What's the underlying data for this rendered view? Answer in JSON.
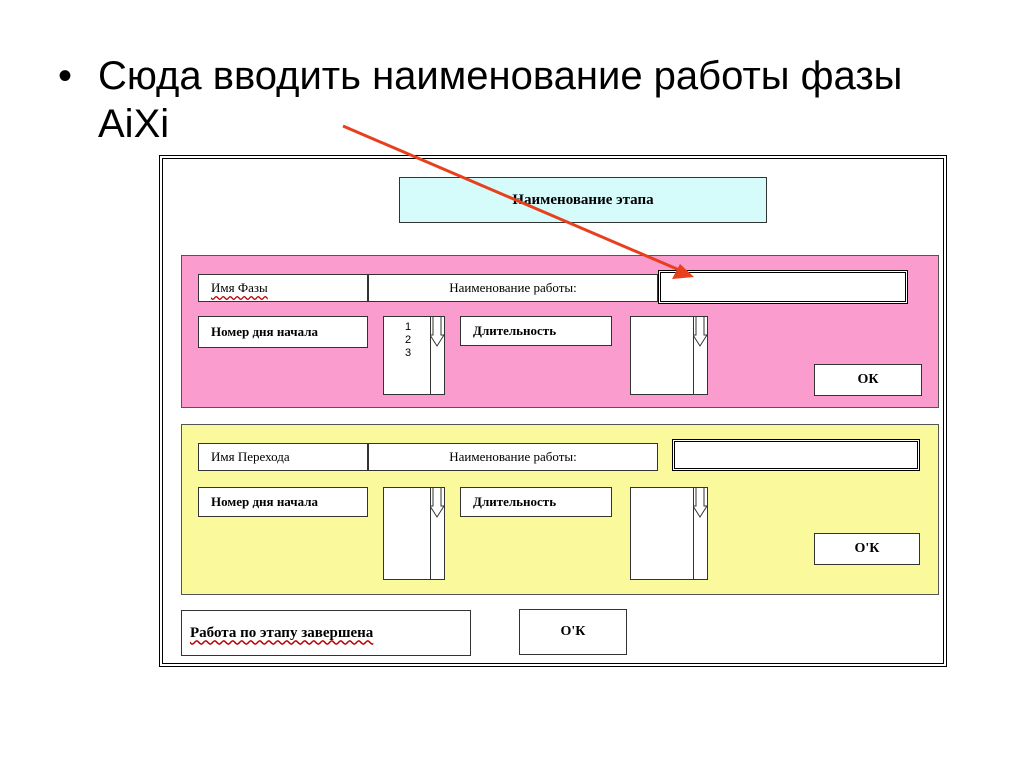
{
  "slide": {
    "bullet": "•",
    "title": "Сюда вводить наименование работы фазы AiXi"
  },
  "form": {
    "header": "Наименование этапа",
    "phase": {
      "name_label": "Имя Фазы",
      "work_name_label": "Наименование работы:",
      "start_day_label": "Номер дня начала",
      "start_day_options": [
        "1",
        "2",
        "3"
      ],
      "duration_label": "Длительность",
      "ok_label": "ОК"
    },
    "transition": {
      "name_label": "Имя Перехода",
      "work_name_label": "Наименование работы:",
      "start_day_label": "Номер дня начала",
      "duration_label": "Длительность",
      "ok_label": "О'К"
    },
    "finish": {
      "label": "Работа по этапу завершена",
      "ok_label": "О'К"
    }
  },
  "colors": {
    "phase_panel": "#fb9cce",
    "transition_panel": "#fafa9c",
    "header_box": "#d6fbfb",
    "arrow": "#e8401c"
  }
}
